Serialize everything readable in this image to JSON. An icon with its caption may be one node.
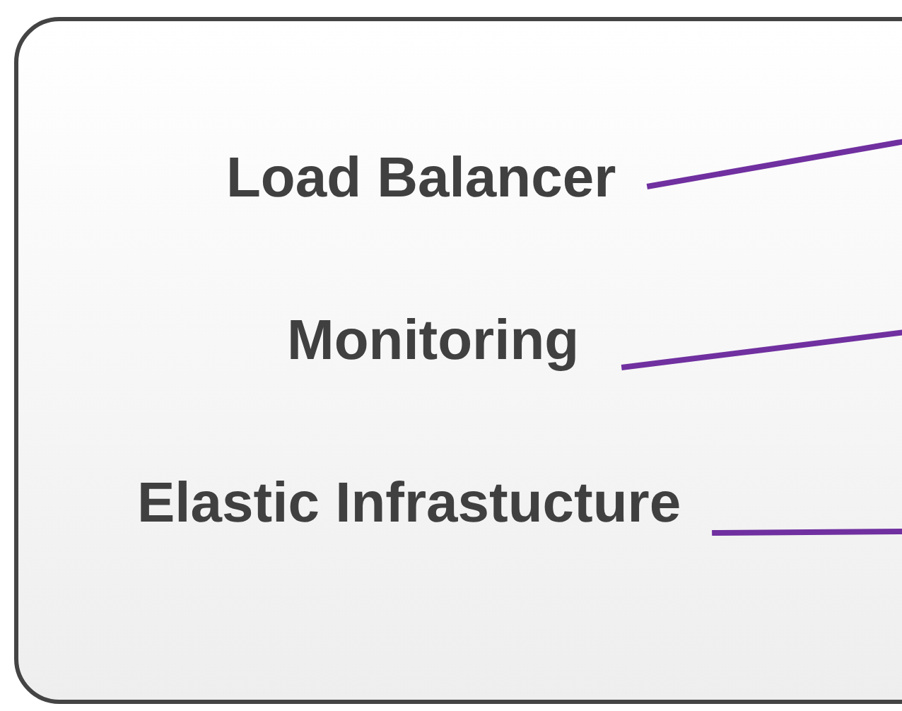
{
  "diagram": {
    "nodes": [
      {
        "text": [],
        "shape": "box"
      },
      {
        "text": [
          "Load Balancer"
        ],
        "in": 0
      },
      {
        "text": [
          "Monitoring"
        ],
        "in": 0
      },
      {
        "text": [
          "Elastic Infrastucture"
        ],
        "in": 0
      }
    ],
    "edges": [
      {
        "from": 1,
        "to": null,
        "arrow": "none"
      },
      {
        "from": 2,
        "to": null,
        "arrow": "none"
      },
      {
        "from": 3,
        "to": null,
        "arrow": "none"
      }
    ]
  }
}
